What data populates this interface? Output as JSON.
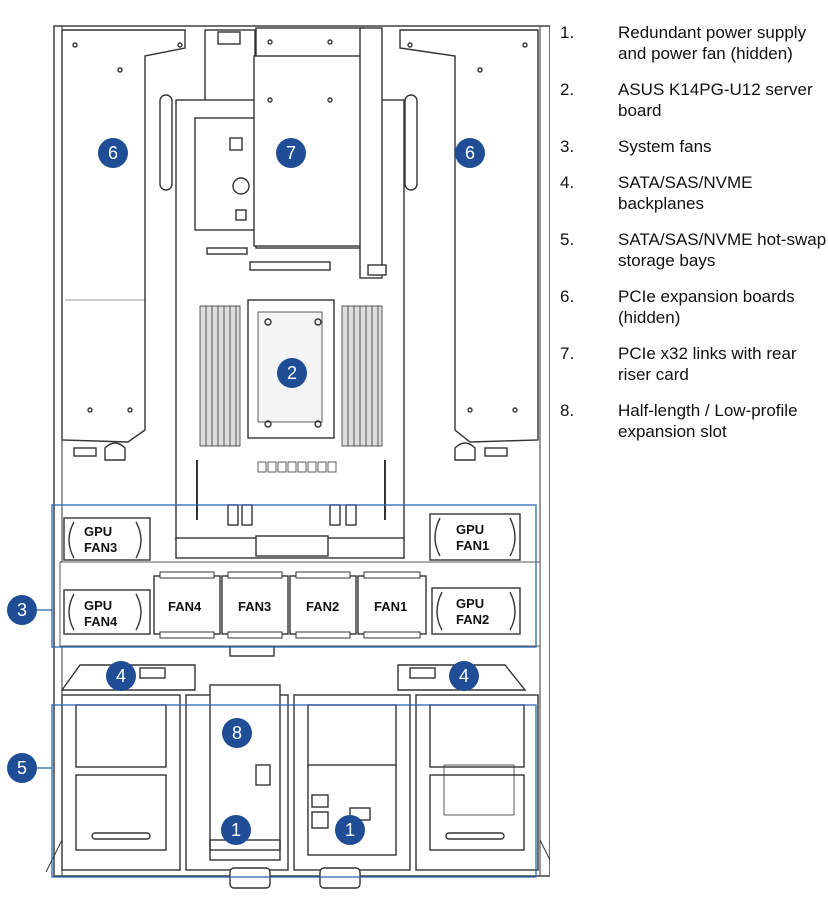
{
  "legend": [
    {
      "num": "1.",
      "text": "Redundant power supply and power fan (hidden)"
    },
    {
      "num": "2.",
      "text": "ASUS K14PG-U12 server board"
    },
    {
      "num": "3.",
      "text": "System fans"
    },
    {
      "num": "4.",
      "text": "SATA/SAS/NVME backplanes"
    },
    {
      "num": "5.",
      "text": "SATA/SAS/NVME hot-swap storage bays"
    },
    {
      "num": "6.",
      "text": "PCIe expansion boards (hidden)"
    },
    {
      "num": "7.",
      "text": "PCIe x32 links with rear riser card"
    },
    {
      "num": "8.",
      "text": "Half-length / Low-profile expansion slot"
    }
  ],
  "fans": {
    "gpu_fan1": [
      "GPU",
      "FAN1"
    ],
    "gpu_fan2": [
      "GPU",
      "FAN2"
    ],
    "gpu_fan3": [
      "GPU",
      "FAN3"
    ],
    "gpu_fan4": [
      "GPU",
      "FAN4"
    ],
    "sys_fans": [
      "FAN4",
      "FAN3",
      "FAN2",
      "FAN1"
    ]
  },
  "callouts": {
    "c1": "1",
    "c2": "2",
    "c3": "3",
    "c4": "4",
    "c5": "5",
    "c6": "6",
    "c7": "7",
    "c8": "8"
  },
  "colors": {
    "callout_fill": "#1f4e96",
    "highlight_line": "#2c66b0",
    "outline": "#333333"
  }
}
